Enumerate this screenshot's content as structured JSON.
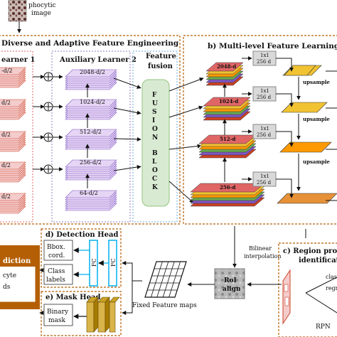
{
  "header": {
    "input_caption_1": "phocytic",
    "input_caption_2": "image"
  },
  "section_a": {
    "title": "Diverse and  Adaptive Feature Engineering",
    "learner1_title": "earner 1",
    "learner2_title": "Auxiliary Learner 2",
    "fusion_title_1": "Feature",
    "fusion_title_2": "fusion",
    "fusion_block_letters_1": [
      "F",
      "U",
      "S",
      "I",
      "O",
      "N"
    ],
    "fusion_block_letters_2": [
      "B",
      "L",
      "O",
      "C",
      "K"
    ],
    "learner1_labels": [
      "-d/2",
      "d/2",
      "d/2",
      "d/2",
      "d/2"
    ],
    "learner2_labels": [
      "2048-d/2",
      "1024-d/2",
      "512-d/2",
      "256-d/2",
      "64-d/2"
    ]
  },
  "section_b": {
    "title": "b)  Multi-level Feature Learning",
    "pyramid_labels": [
      "2048-d",
      "1024-d",
      "512-d",
      "256-d"
    ],
    "conv_boxes": [
      {
        "l1": "1x1",
        "l2": "256 d"
      },
      {
        "l1": "1x1",
        "l2": "256 d"
      },
      {
        "l1": "1x1",
        "l2": "256 d"
      },
      {
        "l1": "1x1",
        "l2": "256 d"
      }
    ],
    "upsample_label": "upsample"
  },
  "section_c": {
    "title_1": "c)  Region propos",
    "title_2": "identification",
    "roi_label_1": "RoI",
    "roi_label_2": "align",
    "bilinear_1": "Bilinear",
    "bilinear_2": "interpolation",
    "rpn_label": "RPN",
    "class_label": "class",
    "regr_label": "regr"
  },
  "section_d": {
    "title": "d)  Detection Head",
    "bbox_1": "Bbox.",
    "bbox_2": "cord.",
    "class_1": "Class",
    "class_2": "labels",
    "fc_label": "FC"
  },
  "section_e": {
    "title": "e)   Mask Head",
    "binary_1": "Binary",
    "binary_2": "mask"
  },
  "fixed_maps_label": "Fixed Feature maps",
  "prediction": {
    "title": "diction",
    "line2": "cyte",
    "line3": "ds"
  },
  "colors": {
    "pink_border": "#e06666",
    "purple_border": "#8e7cc3",
    "blue_border": "#6fa8dc",
    "orange_border": "#e69138",
    "fusion_fill": "#d9ead3",
    "fc_color": "#00b0f0",
    "prediction_fill": "#b45f06"
  }
}
